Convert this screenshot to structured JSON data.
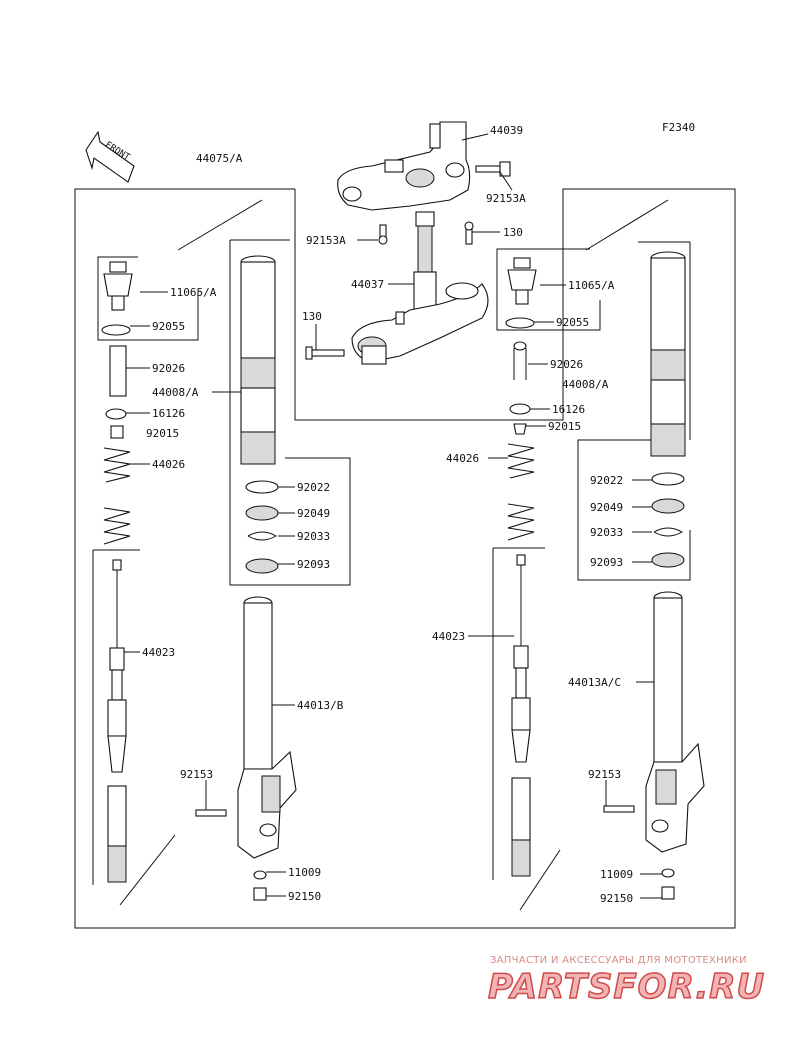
{
  "figure_code": "F2340",
  "front_label": "FRONT",
  "labels": {
    "l_44075A": "44075/A",
    "l_44039": "44039",
    "l_92153A_top": "92153A",
    "l_92153A_left": "92153A",
    "l_130_right": "130",
    "l_44037": "44037",
    "l_130_left": "130",
    "l_11065A_left": "11065/A",
    "l_92055_left": "92055",
    "l_92026_left": "92026",
    "l_44008A_left": "44008/A",
    "l_16126_left": "16126",
    "l_92015_left": "92015",
    "l_44026_left": "44026",
    "l_92022_left": "92022",
    "l_92049_left": "92049",
    "l_92033_left": "92033",
    "l_92093_left": "92093",
    "l_44023_left": "44023",
    "l_44013B": "44013/B",
    "l_92153_left": "92153",
    "l_11009_left": "11009",
    "l_92150_left": "92150",
    "l_11065A_right": "11065/A",
    "l_92055_right": "92055",
    "l_92026_right": "92026",
    "l_44008A_right": "44008/A",
    "l_16126_right": "16126",
    "l_92015_right": "92015",
    "l_44026_right": "44026",
    "l_92022_right": "92022",
    "l_92049_right": "92049",
    "l_92033_right": "92033",
    "l_92093_right": "92093",
    "l_44023_right": "44023",
    "l_44013AC": "44013A/C",
    "l_92153_right": "92153",
    "l_11009_right": "11009",
    "l_92150_right": "92150"
  },
  "watermark": {
    "tagline": "ЗАПЧАСТИ И АКСЕССУАРЫ ДЛЯ МОТОТЕХНИКИ",
    "brand": "PARTSFOR.RU"
  }
}
